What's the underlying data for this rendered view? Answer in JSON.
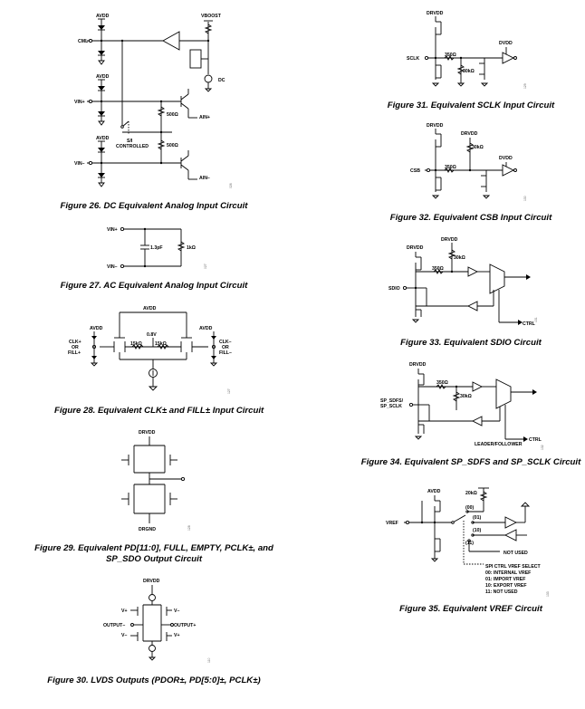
{
  "figures": {
    "fig26": {
      "caption": "Figure 26. DC Equivalent Analog Input Circuit",
      "labels": {
        "avdd1": "AVDD",
        "avdd2": "AVDD",
        "avdd3": "AVDD",
        "vboost": "VBOOST",
        "cml": "CML",
        "vinp": "VIN+",
        "vinn": "VIN–",
        "dc": "DC",
        "ainp": "AIN+",
        "ainn": "AIN–",
        "r1": "500Ω",
        "r2": "500Ω",
        "sw1": "S/I",
        "sw2": "CONTROLLED",
        "code": "026"
      }
    },
    "fig27": {
      "caption": "Figure 27. AC Equivalent Analog Input Circuit",
      "labels": {
        "vinp": "VIN+",
        "vinn": "VIN–",
        "c": "1.3pF",
        "r": "1kΩ",
        "code": "027"
      }
    },
    "fig28": {
      "caption": "Figure 28. Equivalent CLK± and FILL± Input Circuit",
      "labels": {
        "avdd_top": "AVDD",
        "avdd_l": "AVDD",
        "avdd_r": "AVDD",
        "v08": "0.8V",
        "r1": "15kΩ",
        "r2": "15kΩ",
        "clkp": "CLK+",
        "or1": "OR",
        "fillp": "FILL+",
        "clkn": "CLK–",
        "or2": "OR",
        "filln": "FILL–",
        "code": "127"
      }
    },
    "fig29": {
      "caption": "Figure 29. Equivalent PD[11:0], FULL, EMPTY, PCLK±, and SP_SDO Output Circuit",
      "labels": {
        "drvdd": "DRVDD",
        "drgnd": "DRGND",
        "code": "128"
      }
    },
    "fig30": {
      "caption": "Figure 30. LVDS Outputs (PDOR±, PD[5:0]±, PCLK±)",
      "labels": {
        "drvdd": "DRVDD",
        "vp1": "V+",
        "vn1": "V–",
        "vn2": "V–",
        "vp2": "V+",
        "outn": "OUTPUT–",
        "outp": "OUTPUT+",
        "code": "110"
      }
    },
    "fig31": {
      "caption": "Figure 31. Equivalent SCLK Input Circuit",
      "labels": {
        "drvdd": "DRVDD",
        "dvdd": "DVDD",
        "sclk": "SCLK",
        "r1": "350Ω",
        "r2": "30kΩ",
        "code": "129"
      }
    },
    "fig32": {
      "caption": "Figure 32. Equivalent CSB Input Circuit",
      "labels": {
        "drvdd1": "DRVDD",
        "drvdd2": "DRVDD",
        "dvdd": "DVDD",
        "csb": "CSB",
        "r1": "350Ω",
        "r2": "30kΩ",
        "code": "130"
      }
    },
    "fig33": {
      "caption": "Figure 33. Equivalent SDIO Circuit",
      "labels": {
        "drvdd1": "DRVDD",
        "drvdd2": "DRVDD",
        "sdio": "SDIO",
        "r1": "350Ω",
        "r2": "30kΩ",
        "ctrl": "CTRL",
        "code": "131"
      }
    },
    "fig34": {
      "caption": "Figure 34. Equivalent SP_SDFS and SP_SCLK Circuit",
      "labels": {
        "drvdd": "DRVDD",
        "pin1": "SP_SDFS/",
        "pin2": "SP_SCLK",
        "r1": "350Ω",
        "r2": "30kΩ",
        "ctrl": "CTRL",
        "lf": "LEADER/FOLLOWER",
        "code": "132"
      }
    },
    "fig35": {
      "caption": "Figure 35. Equivalent VREF Circuit",
      "labels": {
        "avdd": "AVDD",
        "vref": "VREF",
        "r": "20kΩ",
        "s00": "(00)",
        "s01": "(01)",
        "s10": "(10)",
        "s11": "(11)",
        "notused": "NOT USED",
        "t0": "SPI CTRL VREF SELECT",
        "t1": "00: INTERNAL VREF",
        "t2": "01: IMPORT VREF",
        "t3": "10: EXPORT VREF",
        "t4": "11: NOT USED",
        "code": "133"
      }
    }
  }
}
